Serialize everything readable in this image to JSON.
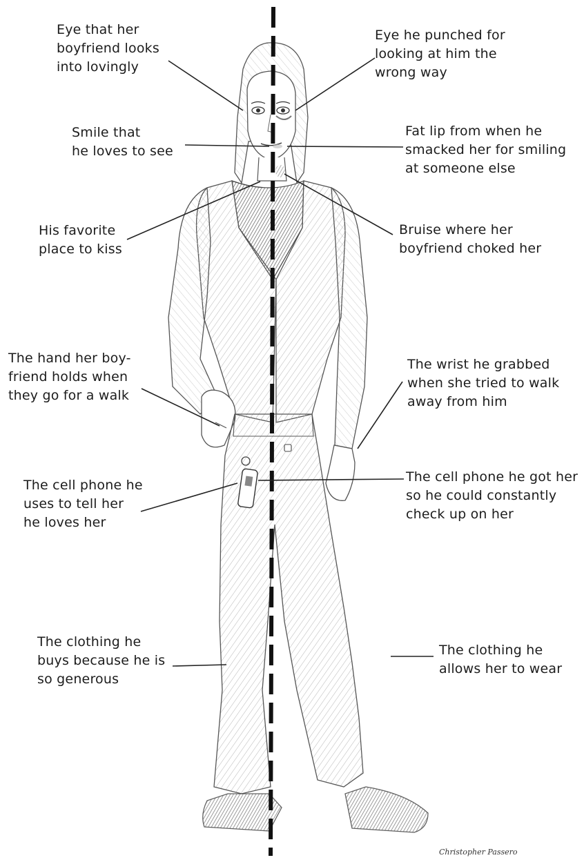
{
  "labels": {
    "left": {
      "eye": "Eye that her\nboyfriend looks\ninto lovingly",
      "smile": "Smile that\nhe loves to see",
      "kiss": "His favorite\nplace to kiss",
      "hand": "The hand her boy-\nfriend holds when\nthey go for a walk",
      "phone": "The cell phone he\nuses to tell her\nhe loves her",
      "clothing": "The clothing he\nbuys because he is\nso generous"
    },
    "right": {
      "eye": "Eye he punched for\nlooking at him the\nwrong way",
      "lip": "Fat lip from when he\nsmacked her for smiling\nat someone else",
      "bruise": "Bruise where her\nboyfriend choked her",
      "wrist": "The wrist he grabbed\nwhen she tried to walk\naway from him",
      "phone": "The cell phone he got her\nso he could constantly\ncheck up on her",
      "clothing": "The clothing he\nallows her to wear"
    }
  },
  "signature": "Christopher Passero",
  "colors": {
    "ink": "#1c1c1c",
    "sketch": "#555555",
    "shade": "#9a9a9a",
    "top_dark": "#6e6e6e",
    "shoe": "#7a7a7a"
  }
}
